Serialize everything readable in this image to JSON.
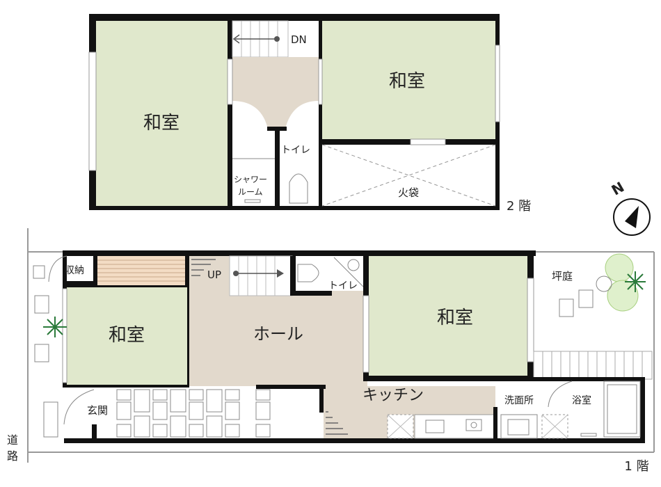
{
  "floor2": {
    "label": "2 階",
    "rooms": {
      "washitsu_left": "和室",
      "washitsu_right": "和室",
      "stairs_down": "DN",
      "toilet": "トイレ",
      "shower_line1": "シャワー",
      "shower_line2": "ルーム",
      "hibukuro": "火袋"
    }
  },
  "floor1": {
    "label": "1 階",
    "rooms": {
      "storage": "収納",
      "washitsu_left": "和室",
      "hall": "ホール",
      "stairs_up": "UP",
      "toilet": "トイレ",
      "washitsu_right": "和室",
      "tsuboniwa": "坪庭",
      "entrance": "玄関",
      "kitchen": "キッチン",
      "washroom": "洗面所",
      "bathroom": "浴室"
    }
  },
  "road_label_1": "道",
  "road_label_2": "路",
  "compass": {
    "label": "N",
    "icon": "north-arrow-icon"
  },
  "colors": {
    "tatami": "#e0e8cc",
    "floor": "#e2d9cc",
    "wall": "#111111",
    "wood": "#f3dcc4",
    "plant": "#dff0cc"
  }
}
